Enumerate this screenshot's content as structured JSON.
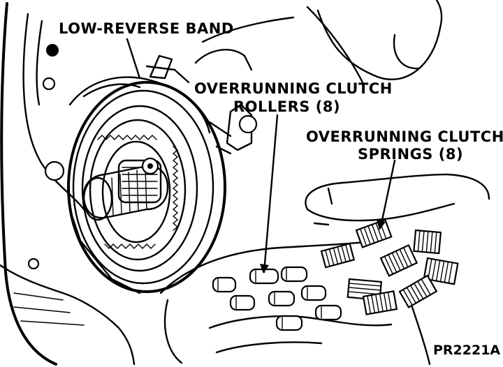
{
  "labels": {
    "low_reverse_band": "LOW-REVERSE BAND",
    "rollers_line1": "OVERRUNNING CLUTCH",
    "rollers_line2": "ROLLERS (8)",
    "springs_line1": "OVERRUNNING CLUTCH",
    "springs_line2": "SPRINGS (8)",
    "figure_code": "PR2221A"
  },
  "components": {
    "roller_count": 8,
    "spring_count": 8
  },
  "colors": {
    "ink": "#000000",
    "paper": "#ffffff"
  }
}
